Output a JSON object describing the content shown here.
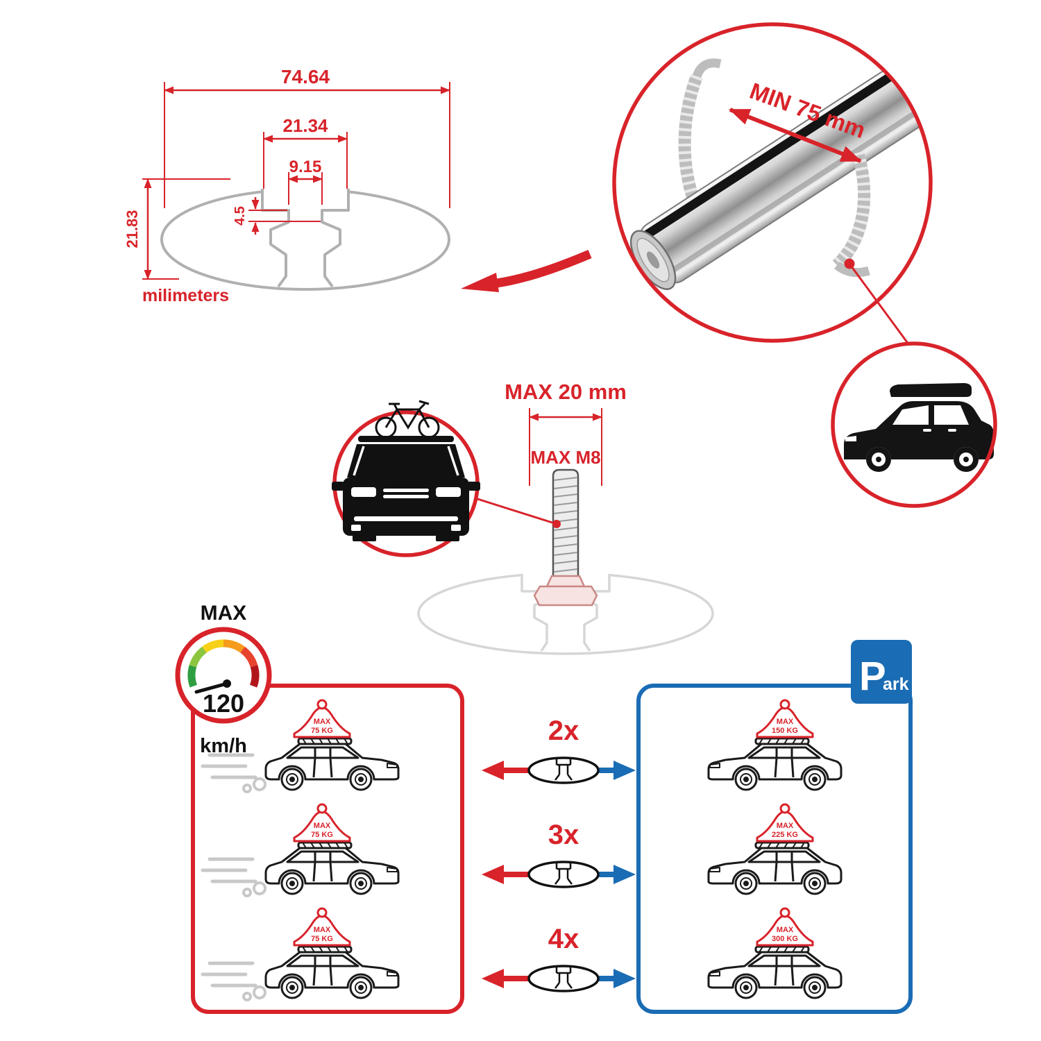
{
  "colors": {
    "accent_red": "#d8232a",
    "accent_blue": "#1a6cb4",
    "metal_gray": "#b5b5b5",
    "ink_black": "#1a1a1a"
  },
  "profile_dimensions": {
    "total_width": "74.64",
    "slot_outer_width": "21.34",
    "slot_inner_width": "9.15",
    "lip_depth": "4.5",
    "profile_height": "21.83",
    "unit_label": "milimeters"
  },
  "crossbar_detail": {
    "min_clamp_span": "MIN 75 mm"
  },
  "bolt_detail": {
    "max_length": "MAX 20 mm",
    "max_thread": "MAX M8"
  },
  "speed_limit": {
    "label": "MAX",
    "value": "120",
    "unit": "km/h"
  },
  "parking_sign": {
    "letter": "P",
    "suffix": "ark"
  },
  "load_rows": [
    {
      "multiplier": "2x",
      "driving_load_line1": "MAX",
      "driving_load_line2": "75 KG",
      "parked_load_line1": "MAX",
      "parked_load_line2": "150 KG"
    },
    {
      "multiplier": "3x",
      "driving_load_line1": "MAX",
      "driving_load_line2": "75 KG",
      "parked_load_line1": "MAX",
      "parked_load_line2": "225 KG"
    },
    {
      "multiplier": "4x",
      "driving_load_line1": "MAX",
      "driving_load_line2": "75 KG",
      "parked_load_line1": "MAX",
      "parked_load_line2": "300 KG"
    }
  ]
}
